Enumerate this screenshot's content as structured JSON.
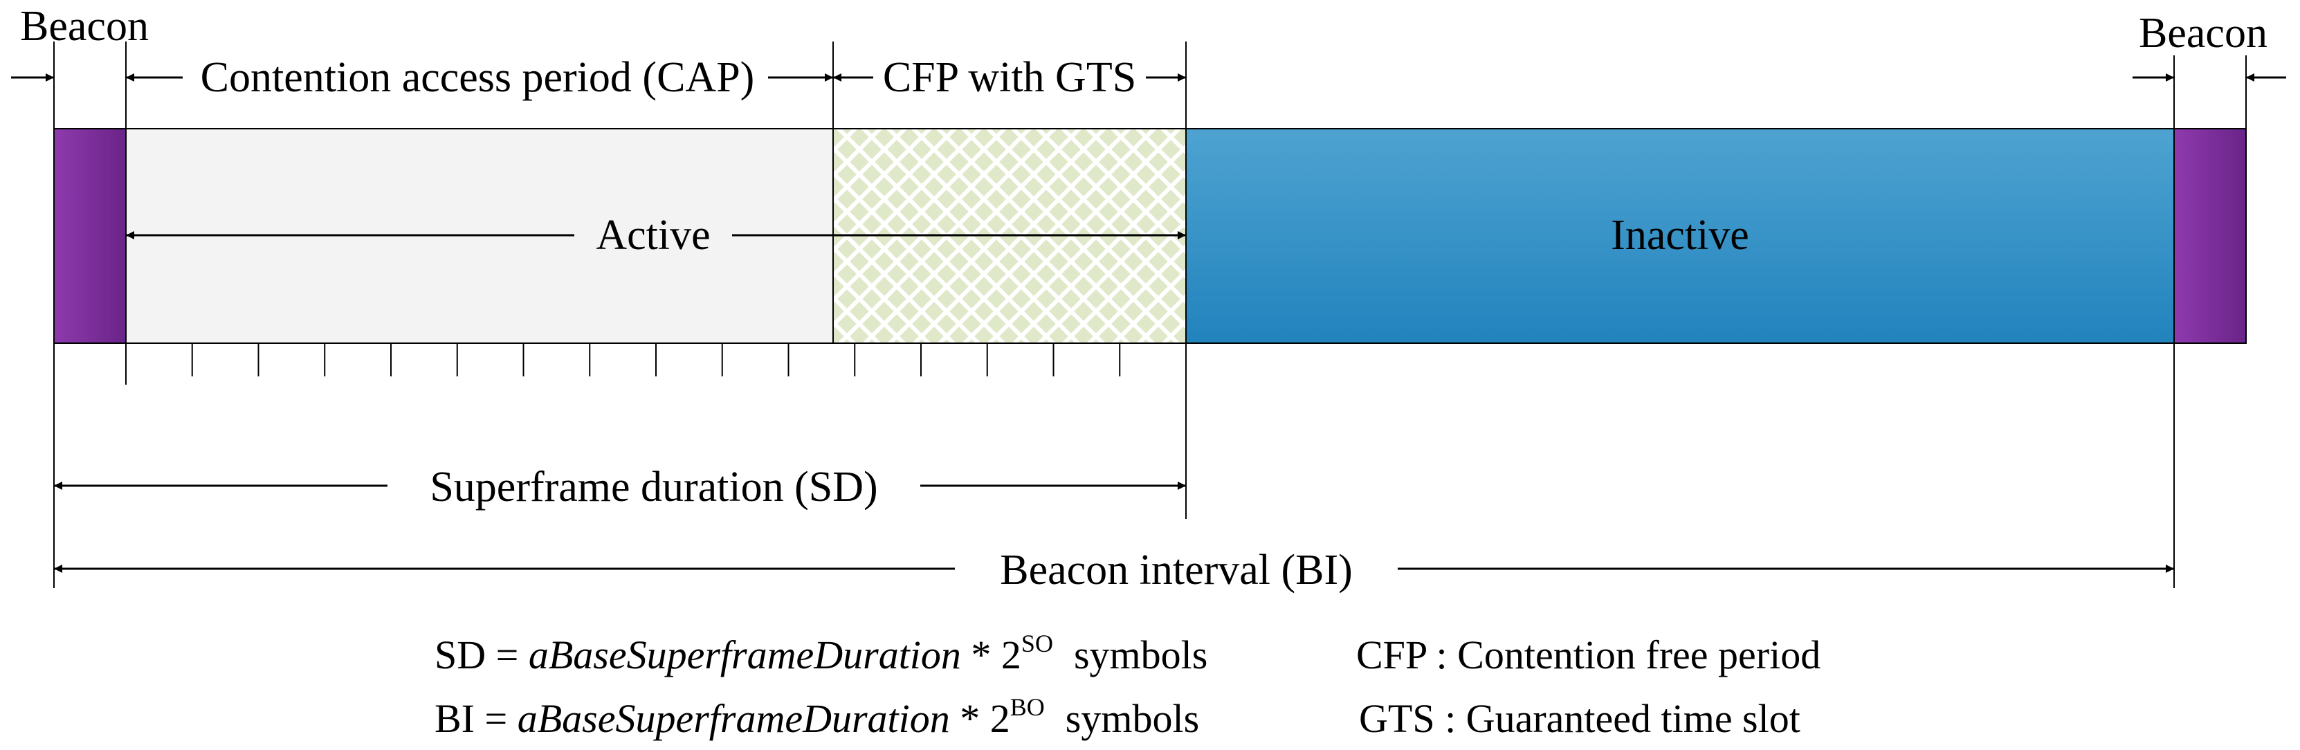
{
  "labels": {
    "beacon_left": "Beacon",
    "beacon_right": "Beacon",
    "cap": "Contention access period (CAP)",
    "cfp": "CFP with GTS",
    "active": "Active",
    "inactive": "Inactive",
    "sd": "Superframe duration (SD)",
    "bi": "Beacon interval (BI)"
  },
  "legend": {
    "sd_eq": {
      "lhs": "SD = ",
      "name": "aBaseSuperframeDuration",
      "mult": " * 2",
      "exp": "SO",
      "unit": "symbols"
    },
    "bi_eq": {
      "lhs": "BI = ",
      "name": "aBaseSuperframeDuration",
      "mult": " * 2",
      "exp": "BO",
      "unit": "symbols"
    },
    "cfp_def": "CFP : Contention free period",
    "gts_def": "GTS : Guaranteed time slot"
  },
  "colors": {
    "beacon": "#7b2d9b",
    "cap_fill": "#f2f2f2",
    "cfp_fill": "#dfe8c8",
    "cfp_pattern": "#ffffff",
    "inactive_top": "#4ea3d1",
    "inactive_bottom": "#2283bd",
    "line": "#000000"
  }
}
